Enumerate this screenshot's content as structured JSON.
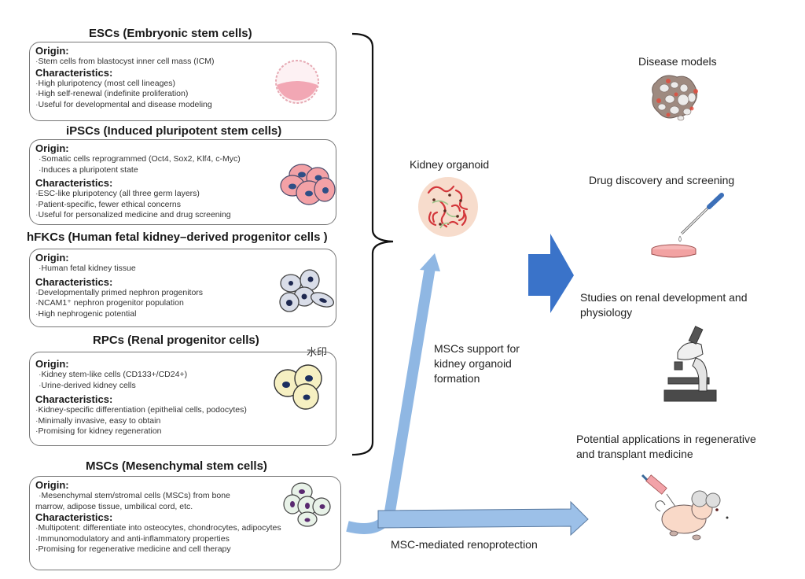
{
  "sections": [
    {
      "title": "ESCs (Embryonic stem cells)",
      "origin_label": "Origin:",
      "origin": [
        "Stem cells from blastocyst inner cell mass (ICM)"
      ],
      "char_label": "Characteristics:",
      "characteristics": [
        "High pluripotency (most cell lineages)",
        "High self-renewal (indefinite proliferation)",
        "Useful for developmental and disease modeling"
      ],
      "icon": "blastocyst-icon"
    },
    {
      "title": "iPSCs (Induced pluripotent stem cells)",
      "origin_label": "Origin:",
      "origin": [
        "Somatic cells reprogrammed (Oct4, Sox2, Klf4, c-Myc)",
        "Induces a pluripotent state"
      ],
      "char_label": "Characteristics:",
      "characteristics": [
        "ESC-like pluripotency (all three germ layers)",
        "Patient-specific, fewer ethical concerns",
        "Useful for personalized medicine and drug screening"
      ],
      "icon": "pink-cells-icon"
    },
    {
      "title": "hFKCs (Human fetal kidney–derived progenitor cells )",
      "origin_label": "Origin:",
      "origin": [
        "Human fetal kidney tissue"
      ],
      "char_label": "Characteristics:",
      "characteristics": [
        "Developmentally primed nephron progenitors",
        "NCAM1⁺ nephron progenitor population",
        "High nephrogenic potential"
      ],
      "icon": "progenitor-cells-icon"
    },
    {
      "title": "RPCs (Renal progenitor cells)",
      "origin_label": "Origin:",
      "origin": [
        "Kidney stem-like cells (CD133+/CD24+)",
        "Urine-derived kidney cells"
      ],
      "char_label": "Characteristics:",
      "characteristics": [
        "Kidney-specific differentiation (epithelial cells, podocytes)",
        "Minimally invasive, easy to obtain",
        "Promising for kidney regeneration"
      ],
      "icon": "yellow-cells-icon"
    },
    {
      "title": "MSCs (Mesenchymal stem cells)",
      "origin_label": "Origin:",
      "origin": [
        "Mesenchymal stem/stromal cells (MSCs) from bone",
        "marrow, adipose tissue, umbilical cord, etc."
      ],
      "char_label": "Characteristics:",
      "characteristics": [
        "Multipotent: differentiate into osteocytes, chondrocytes, adipocytes",
        "Immunomodulatory and anti-inflammatory properties",
        "Promising for regenerative medicine and cell therapy"
      ],
      "icon": "mesenchymal-cells-icon"
    }
  ],
  "center": {
    "organoid_label": "Kidney organoid",
    "msc_support_label": [
      "MSCs support for",
      "kidney organoid",
      "formation"
    ],
    "renoprotection_label": "MSC-mediated renoprotection"
  },
  "applications": [
    {
      "label": [
        "Disease models"
      ],
      "icon": "disease-model-icon"
    },
    {
      "label": [
        "Drug discovery and screening"
      ],
      "icon": "pipette-dish-icon"
    },
    {
      "label": [
        "Studies on renal development and",
        "physiology"
      ],
      "icon": "microscope-icon"
    },
    {
      "label": [
        "Potential applications in regenerative",
        "and transplant medicine"
      ],
      "icon": "mouse-syringe-icon"
    }
  ],
  "watermark": "水印",
  "colors": {
    "light_arrow": "#8fb7e3",
    "dark_arrow": "#3a73c9",
    "box_border": "#777777"
  }
}
